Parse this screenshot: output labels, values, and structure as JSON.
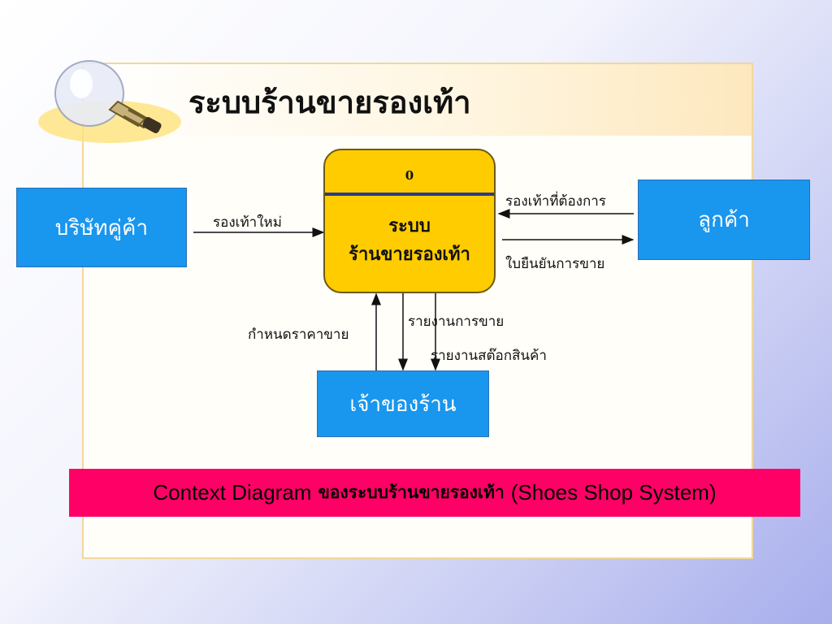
{
  "slide": {
    "title": "ระบบร้านขายรองเท้า",
    "caption": {
      "prefix": "Context Diagram",
      "thai": "ของระบบร้านขายรองเท้า",
      "suffix": "(Shoes Shop System)"
    }
  },
  "diagram": {
    "process": {
      "id": "0",
      "line1": "ระบบ",
      "line2": "ร้านขายรองเท้า"
    },
    "entities": {
      "supplier": "บริษัทคู่ค้า",
      "customer": "ลูกค้า",
      "owner": "เจ้าของร้าน"
    },
    "flows": {
      "new_shoes": "รองเท้าใหม่",
      "wanted_shoes": "รองเท้าที่ต้องการ",
      "sales_receipt": "ใบยืนยันการขาย",
      "set_price": "กำหนดราคาขาย",
      "sales_report": "รายงานการขาย",
      "stock_report": "รายงานสต๊อกสินค้า"
    }
  },
  "colors": {
    "entity_fill": "#1996ee",
    "process_fill": "#ffcc00",
    "caption_fill": "#ff0066",
    "frame_border": "#f2d79a"
  }
}
